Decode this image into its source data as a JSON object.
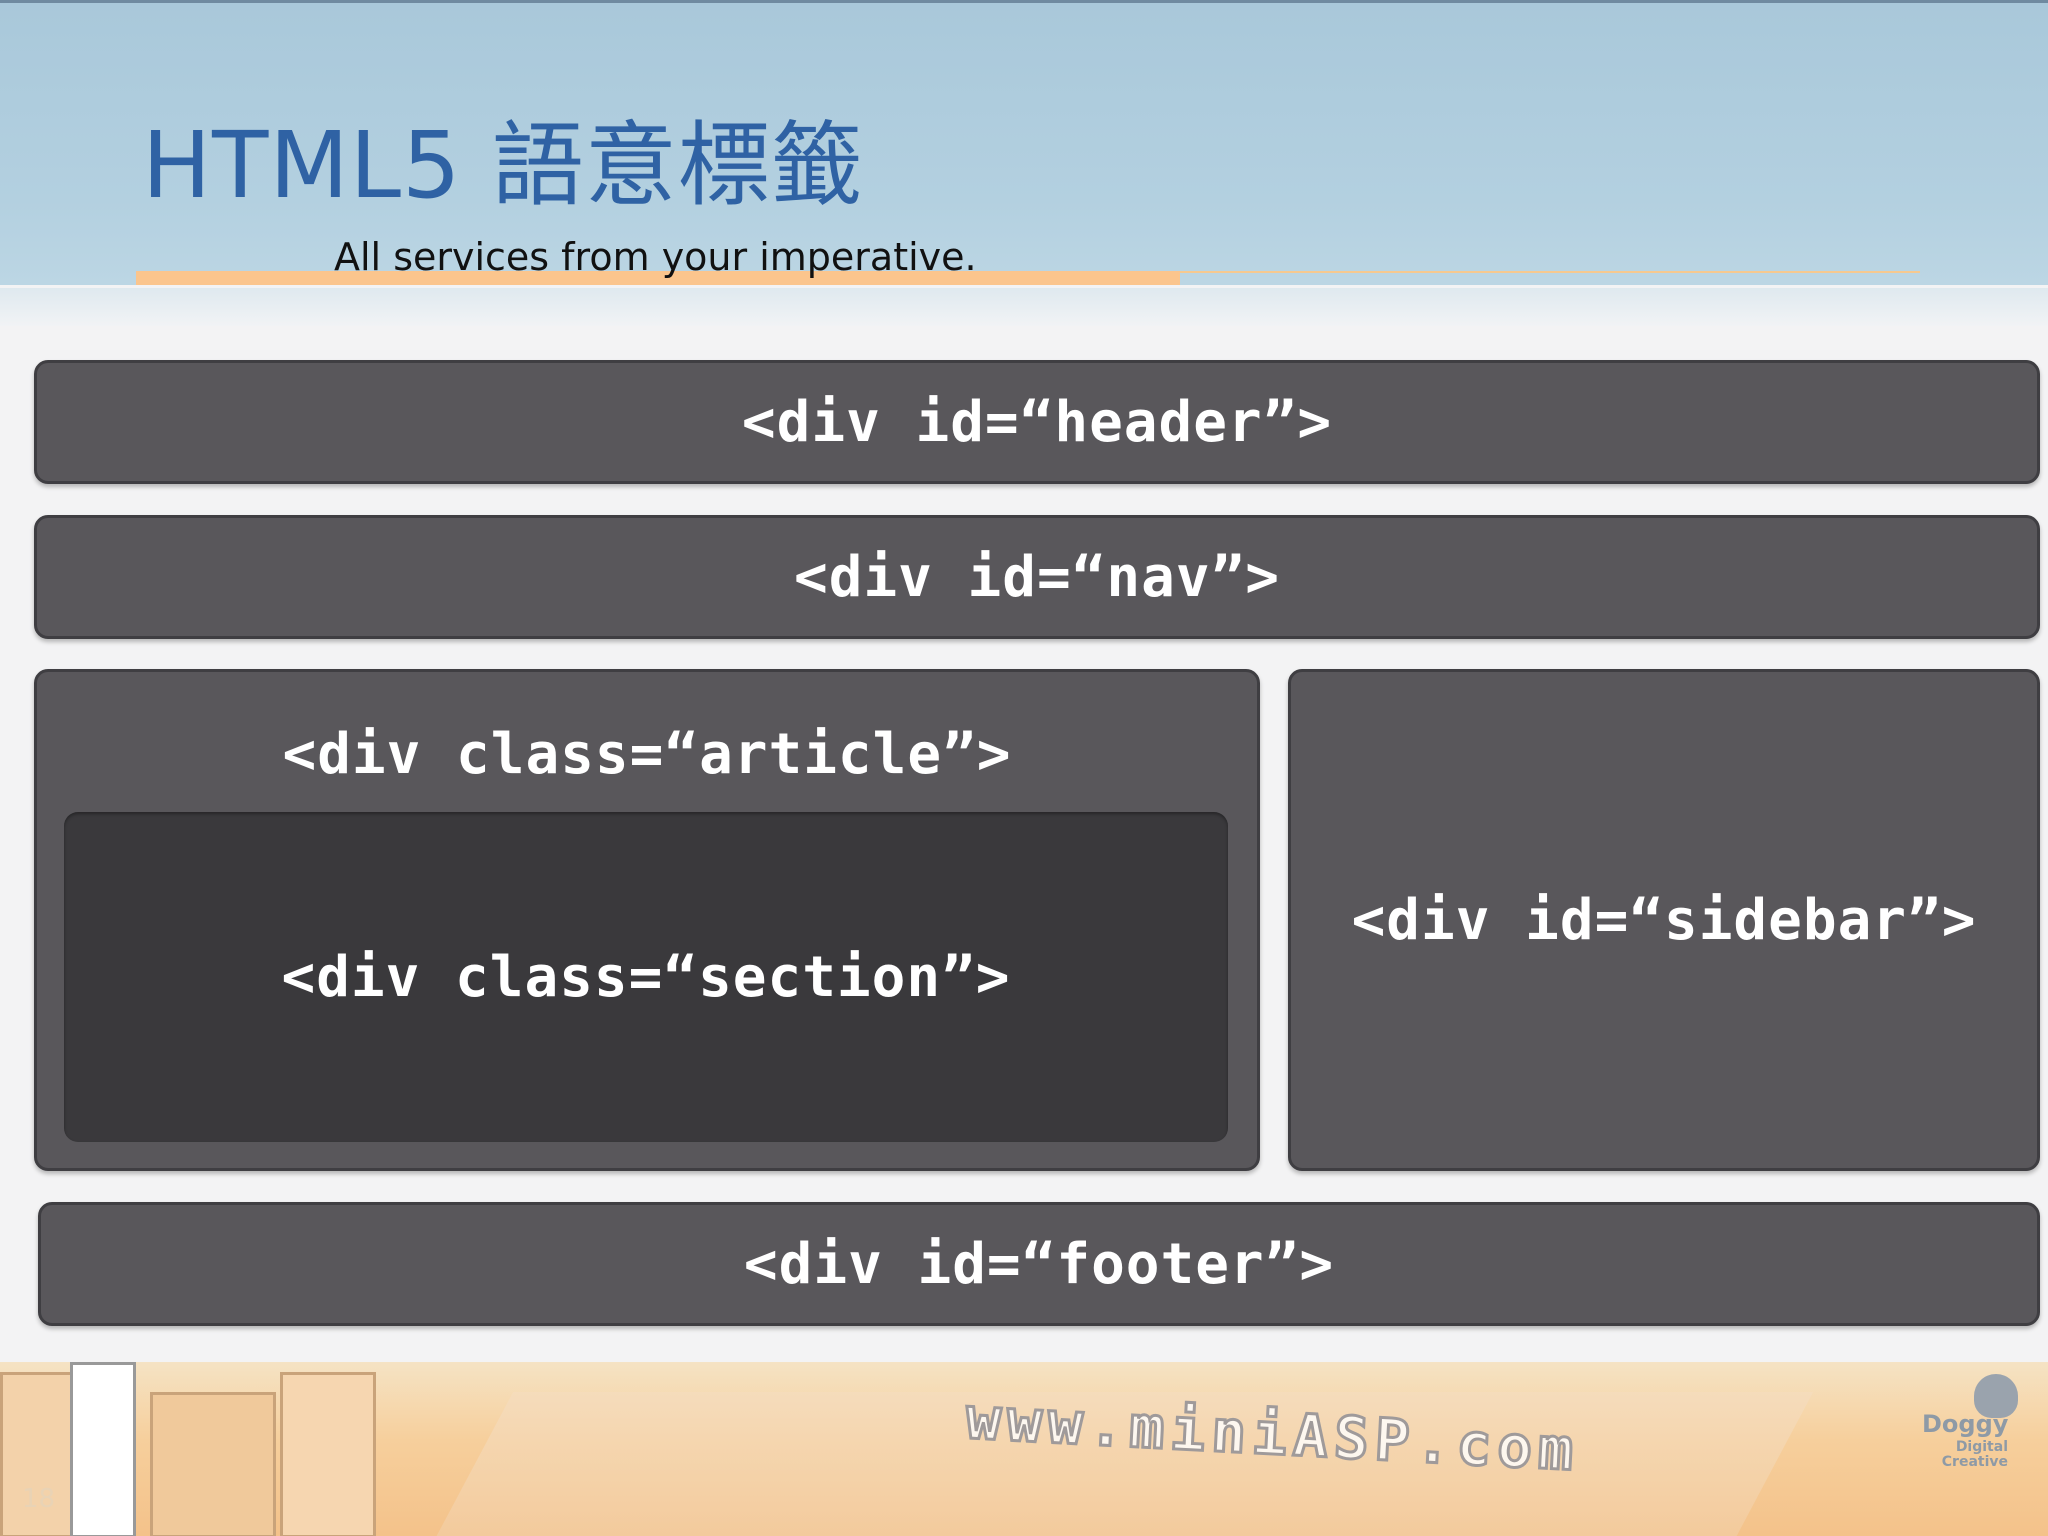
{
  "slide": {
    "title": "HTML5 語意標籤",
    "subtitle": "All services from your imperative.",
    "page_number": "18"
  },
  "layout_boxes": {
    "header": "<div id=“header”>",
    "nav": "<div id=“nav”>",
    "article": "<div class=“article”>",
    "section": "<div class=“section”>",
    "sidebar": "<div id=“sidebar”>",
    "footer": "<div id=“footer”>"
  },
  "footer_art": {
    "watermark": "www.miniASP.com",
    "logo_name": "Doggy",
    "logo_sub": "Digital Creative"
  },
  "colors": {
    "title": "#2f62a4",
    "title_band": "#afcddf",
    "accent_rule": "#fbc58d",
    "box_fill": "#59575b",
    "section_fill": "#3a393c"
  }
}
